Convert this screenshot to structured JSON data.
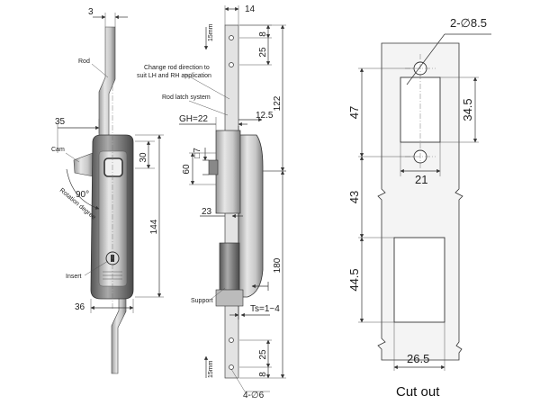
{
  "front_view": {
    "dims": {
      "top_rod": "3",
      "rod_offset": "35",
      "cam_30": "30",
      "height_144": "144",
      "bottom_36": "36"
    },
    "notes": {
      "rod": "Rod",
      "cam": "Cam",
      "rotation_angle": "90°",
      "rotation_label": "Rotation degree",
      "insert": "Insert"
    }
  },
  "side_view": {
    "dims": {
      "top_14": "14",
      "top_8": "8",
      "top_25": "25",
      "h_122": "122",
      "gh": "GH=22",
      "d_12_5": "12.5",
      "sq_7": "□7",
      "d_60": "60",
      "d_23": "23",
      "h_180": "180",
      "ts": "Ts=1~4",
      "bot_25": "25",
      "bot_8": "8",
      "holes": "4-∅6"
    },
    "notes": {
      "change_rod_1": "Change rod direction to",
      "change_rod_2": "suit LH and RH application",
      "rod_latch": "Rod latch system",
      "support": "Support",
      "stroke_top": "15mm",
      "stroke_bottom": "15mm"
    }
  },
  "cutout": {
    "dims": {
      "hole": "2-∅8.5",
      "d_47": "47",
      "d_34_5": "34.5",
      "d_21": "21",
      "d_43": "43",
      "d_44_5": "44.5",
      "d_26_5": "26.5"
    },
    "caption": "Cut out"
  }
}
